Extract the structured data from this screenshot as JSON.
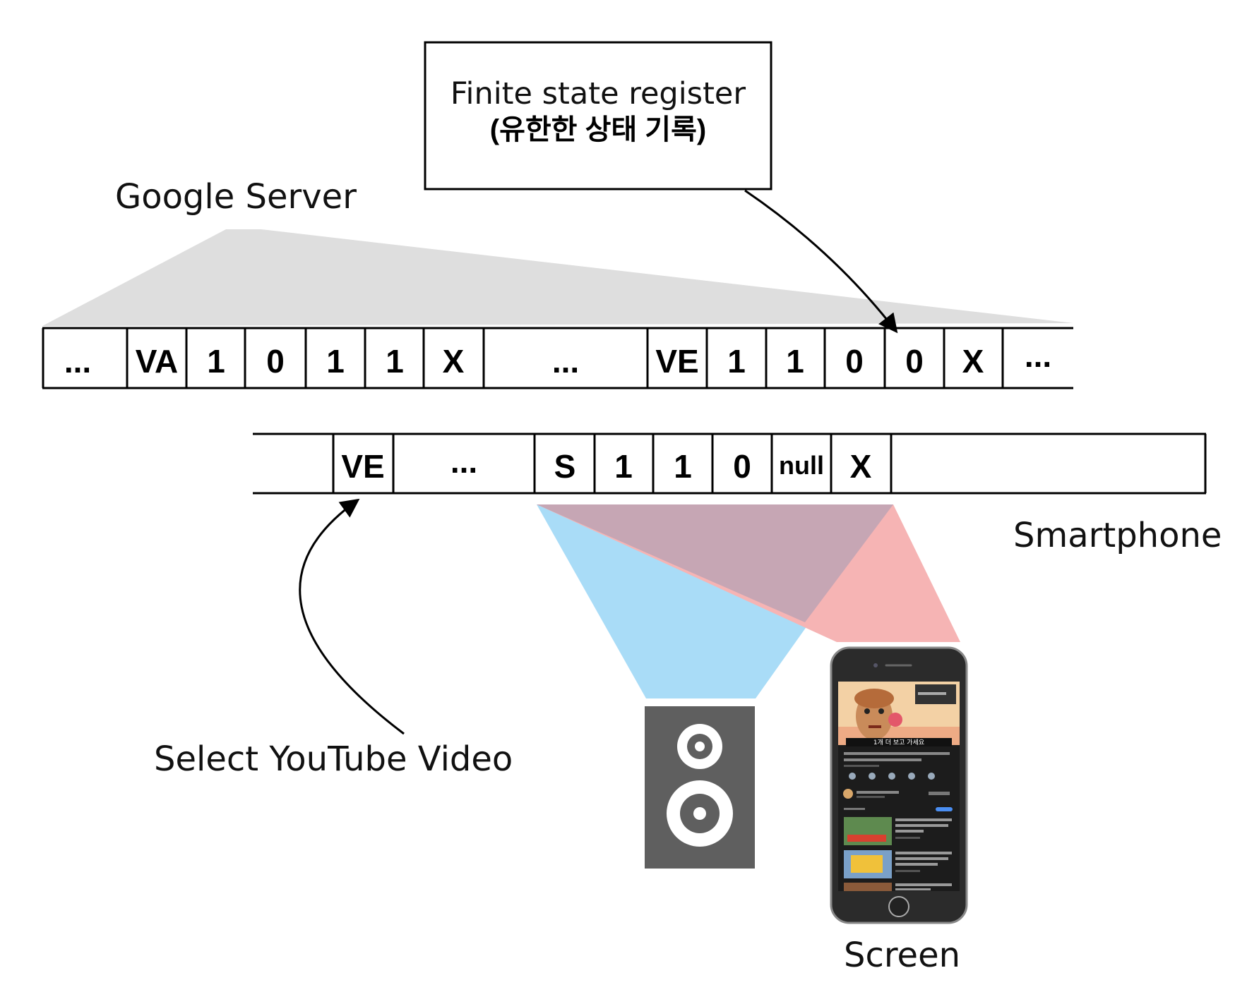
{
  "register_box": {
    "line1": "Finite state register",
    "line2": "(유한한 상태 기록)"
  },
  "labels": {
    "google_server": "Google Server",
    "smartphone": "Smartphone",
    "select_video": "Select YouTube Video",
    "screen": "Screen"
  },
  "server_tape": {
    "cells": [
      "...",
      "VA",
      "1",
      "0",
      "1",
      "1",
      "X",
      "...",
      "VE",
      "1",
      "1",
      "0",
      "0",
      "X",
      "..."
    ]
  },
  "phone_tape": {
    "cells": [
      "",
      "VE",
      "...",
      "S",
      "1",
      "1",
      "0",
      "null",
      "X",
      ""
    ]
  },
  "colors": {
    "server_cone": "#dedede",
    "audio_cone": "#a9dcf7",
    "screen_cone": "#f6b4b4",
    "overlap": "#c6a6b4",
    "speaker": "#5f5f5f",
    "phone_body": "#2b2b2b"
  },
  "icons": [
    "speaker-icon",
    "phone-icon"
  ],
  "phone_screen": {
    "title_caption": "1개 더 보고 가세요"
  }
}
